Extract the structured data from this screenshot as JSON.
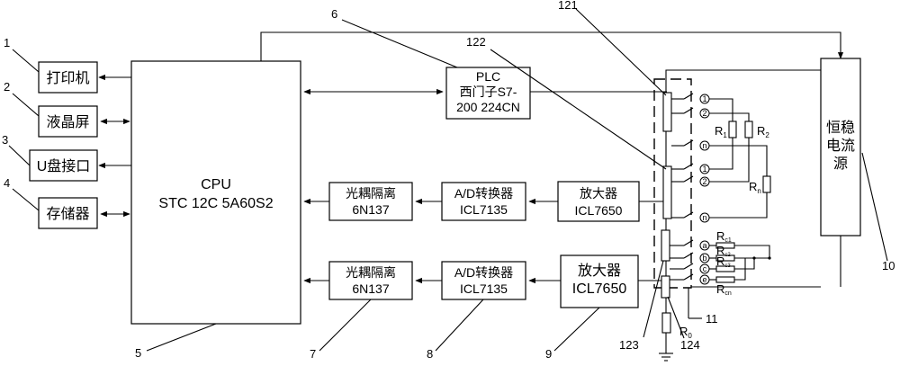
{
  "blocks": {
    "printer": "打印机",
    "lcd": "液晶屏",
    "usb": "U盘接口",
    "memory": "存储器",
    "cpu_title": "CPU",
    "cpu_model": "STC 12C 5A60S2",
    "plc_title": "PLC",
    "plc_line2": "西门子S7-",
    "plc_line3": "200 224CN",
    "opto_title": "光耦隔离",
    "opto_model": "6N137",
    "adc_title": "A/D转换器",
    "adc_model": "ICL7135",
    "amp_title": "放大器",
    "amp_model": "ICL7650",
    "current_source_1": "恒稳",
    "current_source_2": "电流",
    "current_source_3": "源"
  },
  "callouts": {
    "n1": "1",
    "n2": "2",
    "n3": "3",
    "n4": "4",
    "n5": "5",
    "n6": "6",
    "n7": "7",
    "n8": "8",
    "n9": "9",
    "n10": "10",
    "n11": "11",
    "n121": "121",
    "n122": "122",
    "n123": "123",
    "n124": "124"
  },
  "terminals": {
    "t1": "1",
    "t2": "2",
    "tn": "n",
    "ta": "a",
    "tb": "b",
    "tc": "c",
    "te": "e"
  },
  "resistors": {
    "r1": "R",
    "r1_sub": "1",
    "r2": "R",
    "r2_sub": "2",
    "rn": "R",
    "rn_sub": "n",
    "rc1": "R",
    "rc1_sub": "c1",
    "rc2": "R",
    "rc2_sub": "c2",
    "rc3": "R",
    "rc3_sub": "c3",
    "rcn": "R",
    "rcn_sub": "cn",
    "r0": "R",
    "r0_sub": "0"
  }
}
